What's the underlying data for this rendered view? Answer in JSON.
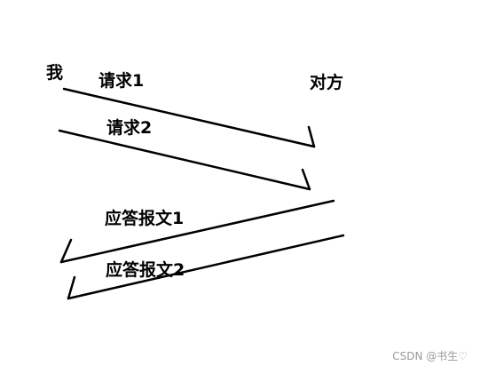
{
  "participants": {
    "me": "我",
    "peer": "对方"
  },
  "messages": [
    {
      "label": "请求1",
      "direction": "me-to-peer"
    },
    {
      "label": "请求2",
      "direction": "me-to-peer"
    },
    {
      "label": "应答报文1",
      "direction": "peer-to-me"
    },
    {
      "label": "应答报文2",
      "direction": "peer-to-me"
    }
  ],
  "watermark": "CSDN @书生♡",
  "colors": {
    "background": "#ffffff",
    "ink": "#000000",
    "watermark": "#9a9a9a"
  }
}
